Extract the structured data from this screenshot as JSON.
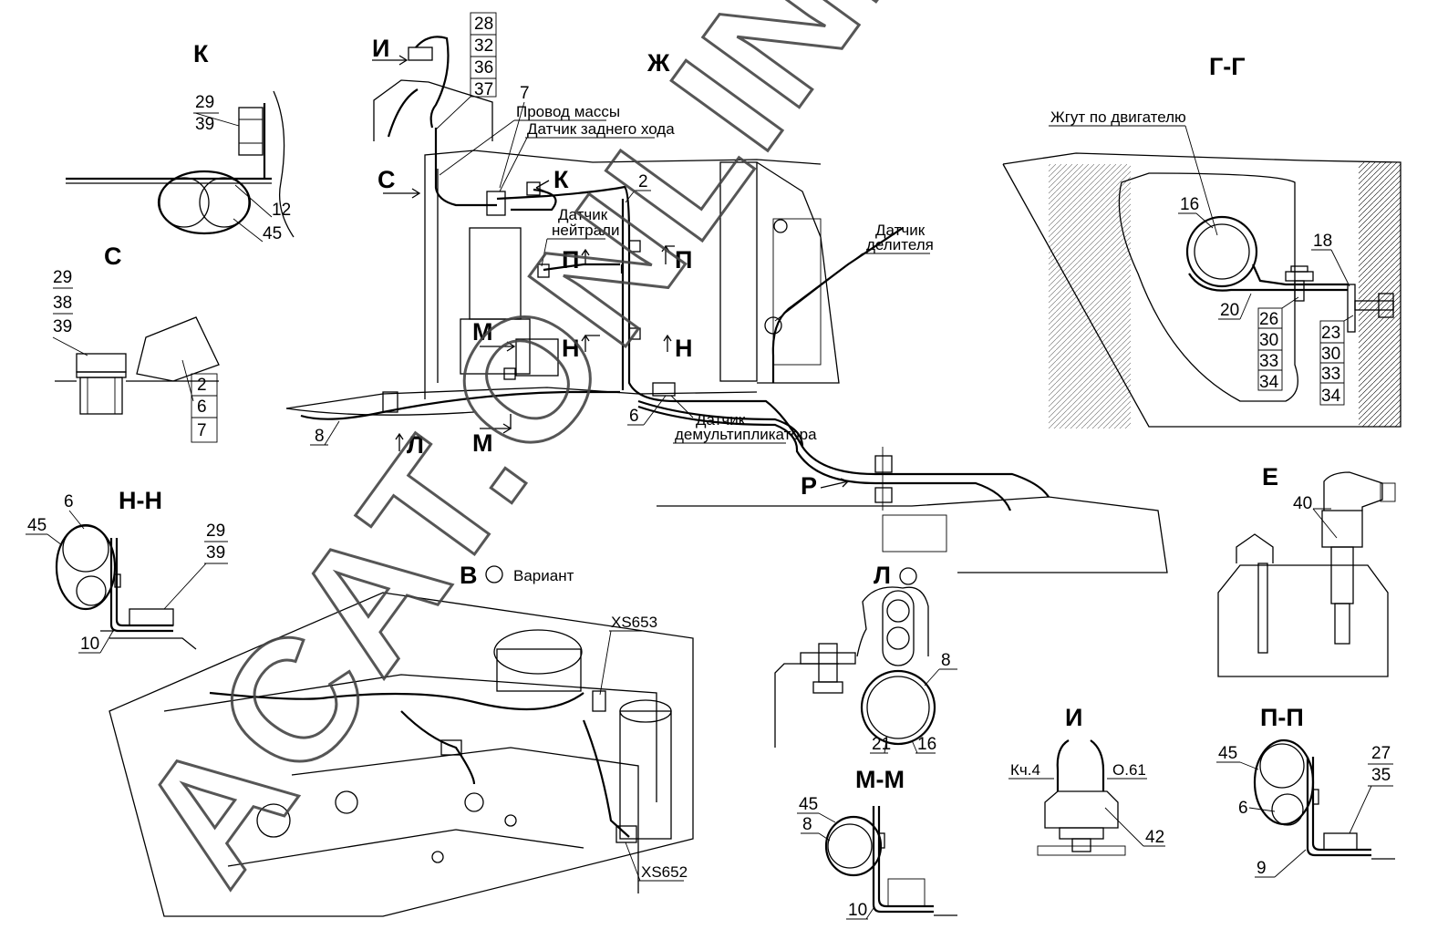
{
  "sections": {
    "K": "К",
    "S": "С",
    "I": "И",
    "Zh": "Ж",
    "GG": "Г-Г",
    "NN": "Н-Н",
    "E": "Е",
    "L": "Л",
    "MM": "М-М",
    "I2": "И",
    "PP": "П-П"
  },
  "arrows": {
    "I": "И",
    "S": "С",
    "K": "К",
    "P1": "П",
    "P2": "П",
    "M1": "М",
    "N1": "Н",
    "N2": "Н",
    "L": "Л",
    "M2": "М",
    "R": "Р"
  },
  "view_B": {
    "letter": "В",
    "text": "Вариант"
  },
  "callouts": {
    "mass_wire": "Провод массы",
    "reverse_sensor": "Датчик заднего хода",
    "neutral_sensor_1": "Датчик",
    "neutral_sensor_2": "нейтрали",
    "divider_sensor_1": "Датчик",
    "divider_sensor_2": "делителя",
    "demult_sensor_1": "Датчик",
    "demult_sensor_2": "демультипликатора",
    "engine_harness": "Жгут по двигателю",
    "xs653": "XS653",
    "xs652": "XS652",
    "kch4": "Кч.4",
    "o61": "О.61"
  },
  "numbers": {
    "k29": "29",
    "k39": "39",
    "k12": "12",
    "k45": "45",
    "s29": "29",
    "s38": "38",
    "s39": "39",
    "s2": "2",
    "s6": "6",
    "s7": "7",
    "i28": "28",
    "i32": "32",
    "i36": "36",
    "i37": "37",
    "zh7": "7",
    "zh2": "2",
    "zh6": "6",
    "zh8": "8",
    "g16": "16",
    "g18": "18",
    "g20": "20",
    "g26": "26",
    "g30a": "30",
    "g33a": "33",
    "g34a": "34",
    "g23": "23",
    "g30b": "30",
    "g33b": "33",
    "g34b": "34",
    "n6": "6",
    "n45": "45",
    "n29": "29",
    "n39": "39",
    "n10": "10",
    "e40": "40",
    "l8": "8",
    "l21": "21",
    "l16": "16",
    "m45": "45",
    "m8": "8",
    "m10": "10",
    "i42": "42",
    "p45": "45",
    "p6": "6",
    "p27": "27",
    "p35": "35",
    "p9": "9"
  },
  "watermark": "ACAT.ONLINE"
}
